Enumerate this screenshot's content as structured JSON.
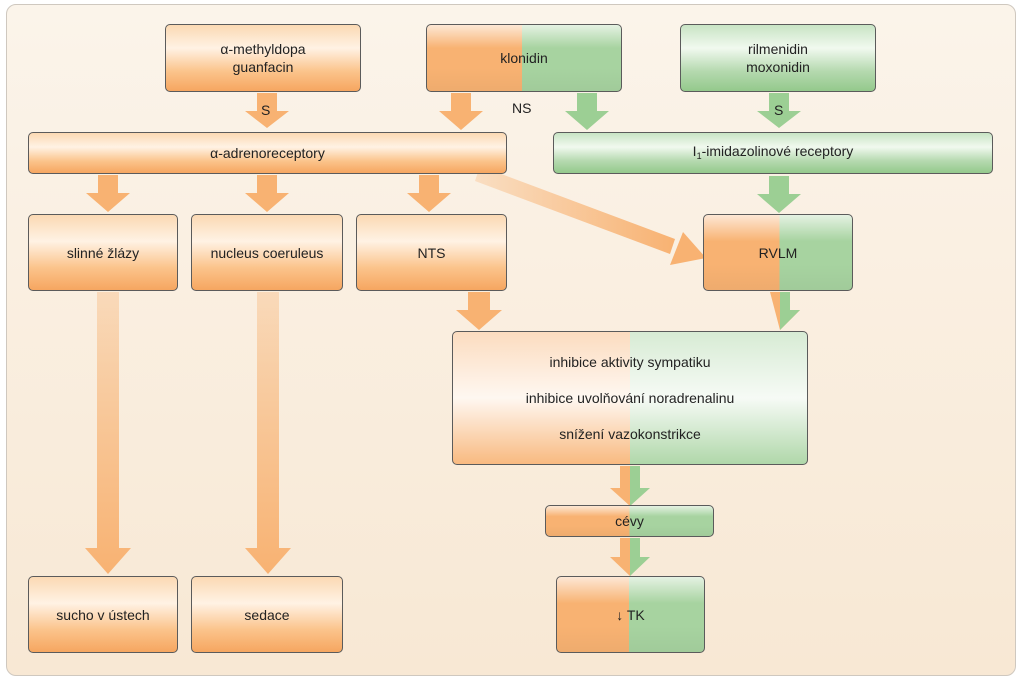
{
  "drugs": {
    "alpha_line1": "α-methyldopa",
    "alpha_line2": "guanfacin",
    "clonidine": "klonidin",
    "imid_line1": "rilmenidin",
    "imid_line2": "moxonidin"
  },
  "receptors": {
    "alpha": "α-adrenoreceptory",
    "imid_prefix": "I",
    "imid_sub": "1",
    "imid_rest": "-imidazolinové receptory"
  },
  "selectivity": {
    "s_left": "S",
    "ns": "NS",
    "s_right": "S"
  },
  "targets": {
    "salivary": "slinné žlázy",
    "locus": "nucleus coeruleus",
    "nts": "NTS",
    "rvlm": "RVLM"
  },
  "effects": {
    "line1": "inhibice aktivity sympatiku",
    "line2": "inhibice uvolňování noradrenalinu",
    "line3": "snížení vazokonstrikce"
  },
  "vessels": "cévy",
  "outcomes": {
    "dry_mouth": "sucho v ústech",
    "sedation": "sedace",
    "bp": "↓ TK"
  },
  "colors": {
    "orange_arrow": "#f8b272",
    "green_arrow": "#9ccf94",
    "box_border": "#5b5b5b",
    "panel_bg": "#f9eddd"
  }
}
